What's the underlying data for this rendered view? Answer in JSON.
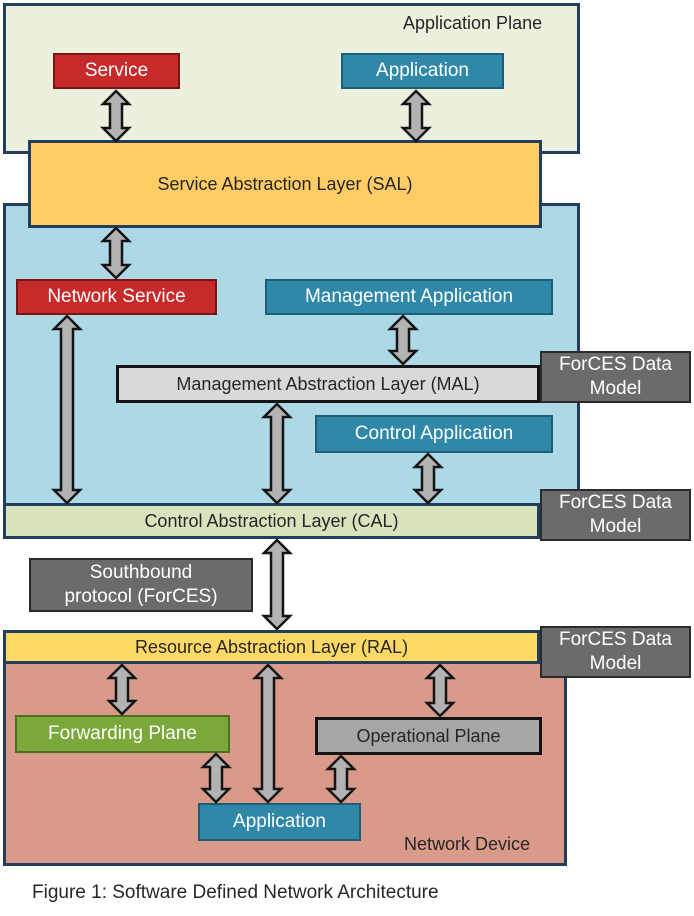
{
  "application_plane": {
    "label": "Application Plane",
    "service": "Service",
    "application": "Application"
  },
  "sal": {
    "label": "Service Abstraction Layer (SAL)"
  },
  "control_plane": {
    "network_service": "Network Service",
    "management_application": "Management Application",
    "mal": "Management Abstraction Layer (MAL)",
    "control_application": "Control Application"
  },
  "cal": {
    "label": "Control Abstraction Layer (CAL)"
  },
  "forces_data_model": "ForCES Data Model",
  "southbound": "Southbound protocol (ForCES)",
  "ral": {
    "label": "Resource Abstraction Layer (RAL)"
  },
  "network_device": {
    "label": "Network Device",
    "forwarding_plane": "Forwarding Plane",
    "operational_plane": "Operational Plane",
    "application": "Application"
  },
  "caption": "Figure 1: Software Defined Network Architecture",
  "colors": {
    "application_plane_bg": "#ebf1de",
    "control_plane_bg": "#add8e6",
    "network_device_bg": "#d99a89",
    "sal_bg": "#ffcc66",
    "cal_bg": "#d7e4bd",
    "ral_bg": "#ffd966",
    "service_red": "#c62a2a",
    "app_teal": "#2f88a8",
    "forwarding_green": "#7aa83a"
  }
}
